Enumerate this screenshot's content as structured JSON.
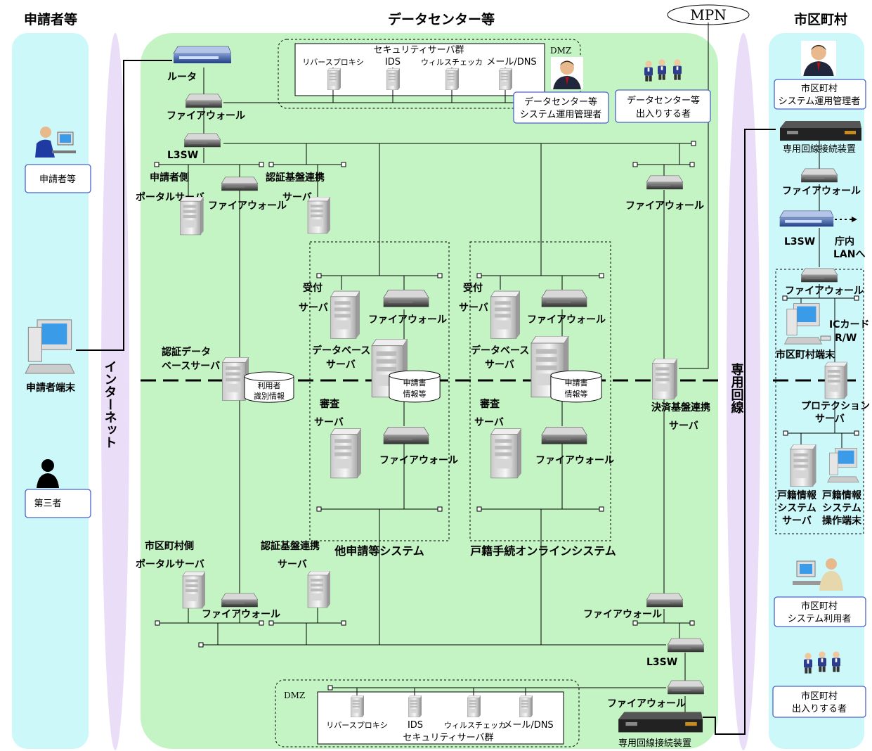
{
  "headers": {
    "applicant": "申請者等",
    "datacenter": "データセンター等",
    "municipality": "市区町村",
    "mpn": "MPN"
  },
  "columns": {
    "internet": "インターネット",
    "dedicated": "専用回線"
  },
  "applicant_side": {
    "applicant_box": "申請者等",
    "terminal": "申請者端末",
    "third_party_box": "第三者"
  },
  "datacenter": {
    "router": "ルータ",
    "firewall_top": "ファイアウォール",
    "l3sw_top": "L3SW",
    "dmz_top": "DMZ",
    "security_group_top": "セキュリティサーバ群",
    "sec_servers_top": [
      "リバースプロキシ",
      "IDS",
      "ウィルスチェッカ",
      "メール/DNS"
    ],
    "admin_box_line1": "データセンター等",
    "admin_box_line2": "システム運用管理者",
    "visitor_box_line1": "データセンター等",
    "visitor_box_line2": "出入りする者",
    "portal_top_line1": "申請者側",
    "portal_top_line2": "ポータルサーバ",
    "fw_portal": "ファイアウォール",
    "auth_top_line1": "認証基盤連携",
    "auth_top_line2": "サーバ",
    "fw_right_top": "ファイアウォール",
    "auth_db_line1": "認証データ",
    "auth_db_line2": "ベースサーバ",
    "user_id_line1": "利用者",
    "user_id_line2": "識別情報",
    "other_system": {
      "title": "他申請等システム",
      "reception_line1": "受付",
      "reception_line2": "サーバ",
      "fw1": "ファイアウォール",
      "db_line1": "データベース",
      "db_line2": "サーバ",
      "app_line1": "申請書",
      "app_line2": "情報等",
      "review_line1": "審査",
      "review_line2": "サーバ",
      "fw2": "ファイアウォール"
    },
    "koseki_system": {
      "title": "戸籍手続オンラインシステム",
      "reception_line1": "受付",
      "reception_line2": "サーバ",
      "fw1": "ファイアウォール",
      "db_line1": "データベース",
      "db_line2": "サーバ",
      "app_line1": "申請書",
      "app_line2": "情報等",
      "review_line1": "審査",
      "review_line2": "サーバ",
      "fw2": "ファイアウォール"
    },
    "payment_line1": "決済基盤連携",
    "payment_line2": "サーバ",
    "portal_bottom_line1": "市区町村側",
    "portal_bottom_line2": "ポータルサーバ",
    "fw_bottom_left": "ファイアウォール",
    "auth_bottom_line1": "認証基盤連携",
    "auth_bottom_line2": "サーバ",
    "fw_right_bottom": "ファイアウォール",
    "l3sw_bottom": "L3SW",
    "fw_bottom": "ファイアウォール",
    "dedicated_device": "専用回線接続装置",
    "dmz_bottom": "DMZ",
    "security_group_bottom": "セキュリティサーバ群",
    "sec_servers_bottom": [
      "リバースプロキシ",
      "IDS",
      "ウィルスチェッカ",
      "メール/DNS"
    ]
  },
  "municipality_side": {
    "admin_box_line1": "市区町村",
    "admin_box_line2": "システム運用管理者",
    "dedicated_device": "専用回線接続装置",
    "firewall1": "ファイアウォール",
    "l3sw": "L3SW",
    "lan_line1": "庁内",
    "lan_line2": "LANへ",
    "firewall2": "ファイアウォール",
    "ic_line1": "ICカード",
    "ic_line2": "R/W",
    "terminal": "市区町村端末",
    "protection_line1": "プロテクション",
    "protection_line2": "サーバ",
    "koseki_server_line1": "戸籍情報",
    "koseki_server_line2": "システム",
    "koseki_server_line3": "サーバ",
    "koseki_terminal_line1": "戸籍情報",
    "koseki_terminal_line2": "システム",
    "koseki_terminal_line3": "操作端末",
    "user_box_line1": "市区町村",
    "user_box_line2": "システム利用者",
    "visitor_box_line1": "市区町村",
    "visitor_box_line2": "出入りする者"
  },
  "colors": {
    "side_panel": "#ccf8fa",
    "internet_column": "#e9ddf8",
    "datacenter_panel": "#c4f4c4",
    "label_box_border": "#4a63c9"
  }
}
